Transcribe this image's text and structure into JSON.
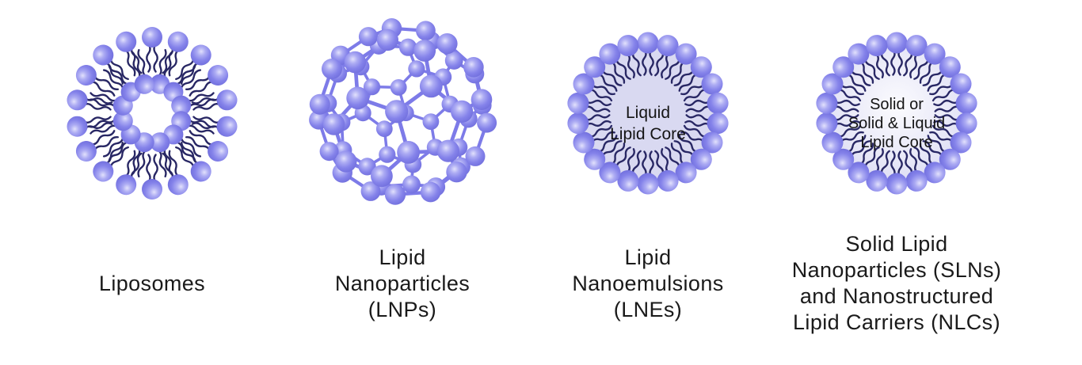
{
  "title": "Lipid-based nanocarrier structures",
  "colors": {
    "background": "#ffffff",
    "lipid_head": "#7f7de8",
    "lipid_head_highlight": "#cccbf9",
    "lipid_head_edge": "#6e6cdb",
    "lipid_tail": "#282764",
    "bond": "#7d7be8",
    "emulsion_core_fill": "#d9d9f1",
    "solid_core_center": "#fbfbfe",
    "solid_core_mid": "#e7e7f7",
    "solid_core_edge": "#d2d2f0",
    "caption_text": "#1a1a1a",
    "core_text": "#141414"
  },
  "panels": [
    {
      "name": "liposomes",
      "type": "liposome",
      "label_lines": [
        "Liposomes"
      ]
    },
    {
      "name": "lipid-nanoparticles",
      "type": "buckyball",
      "label_lines": [
        "Lipid",
        "Nanoparticles",
        "(LNPs)"
      ]
    },
    {
      "name": "lipid-nanoemulsions",
      "type": "emulsion-liquid",
      "core_lines": [
        "Liquid",
        "Lipid Core"
      ],
      "label_lines": [
        "Lipid",
        "Nanoemulsions",
        "(LNEs)"
      ]
    },
    {
      "name": "sln-nlc",
      "type": "emulsion-solid",
      "core_lines": [
        "Solid or",
        "Solid & Liquid",
        "Lipid Core"
      ],
      "label_lines": [
        "Solid Lipid",
        "Nanoparticles (SLNs)",
        "and Nanostructured",
        "Lipid Carriers (NLCs)"
      ]
    }
  ]
}
